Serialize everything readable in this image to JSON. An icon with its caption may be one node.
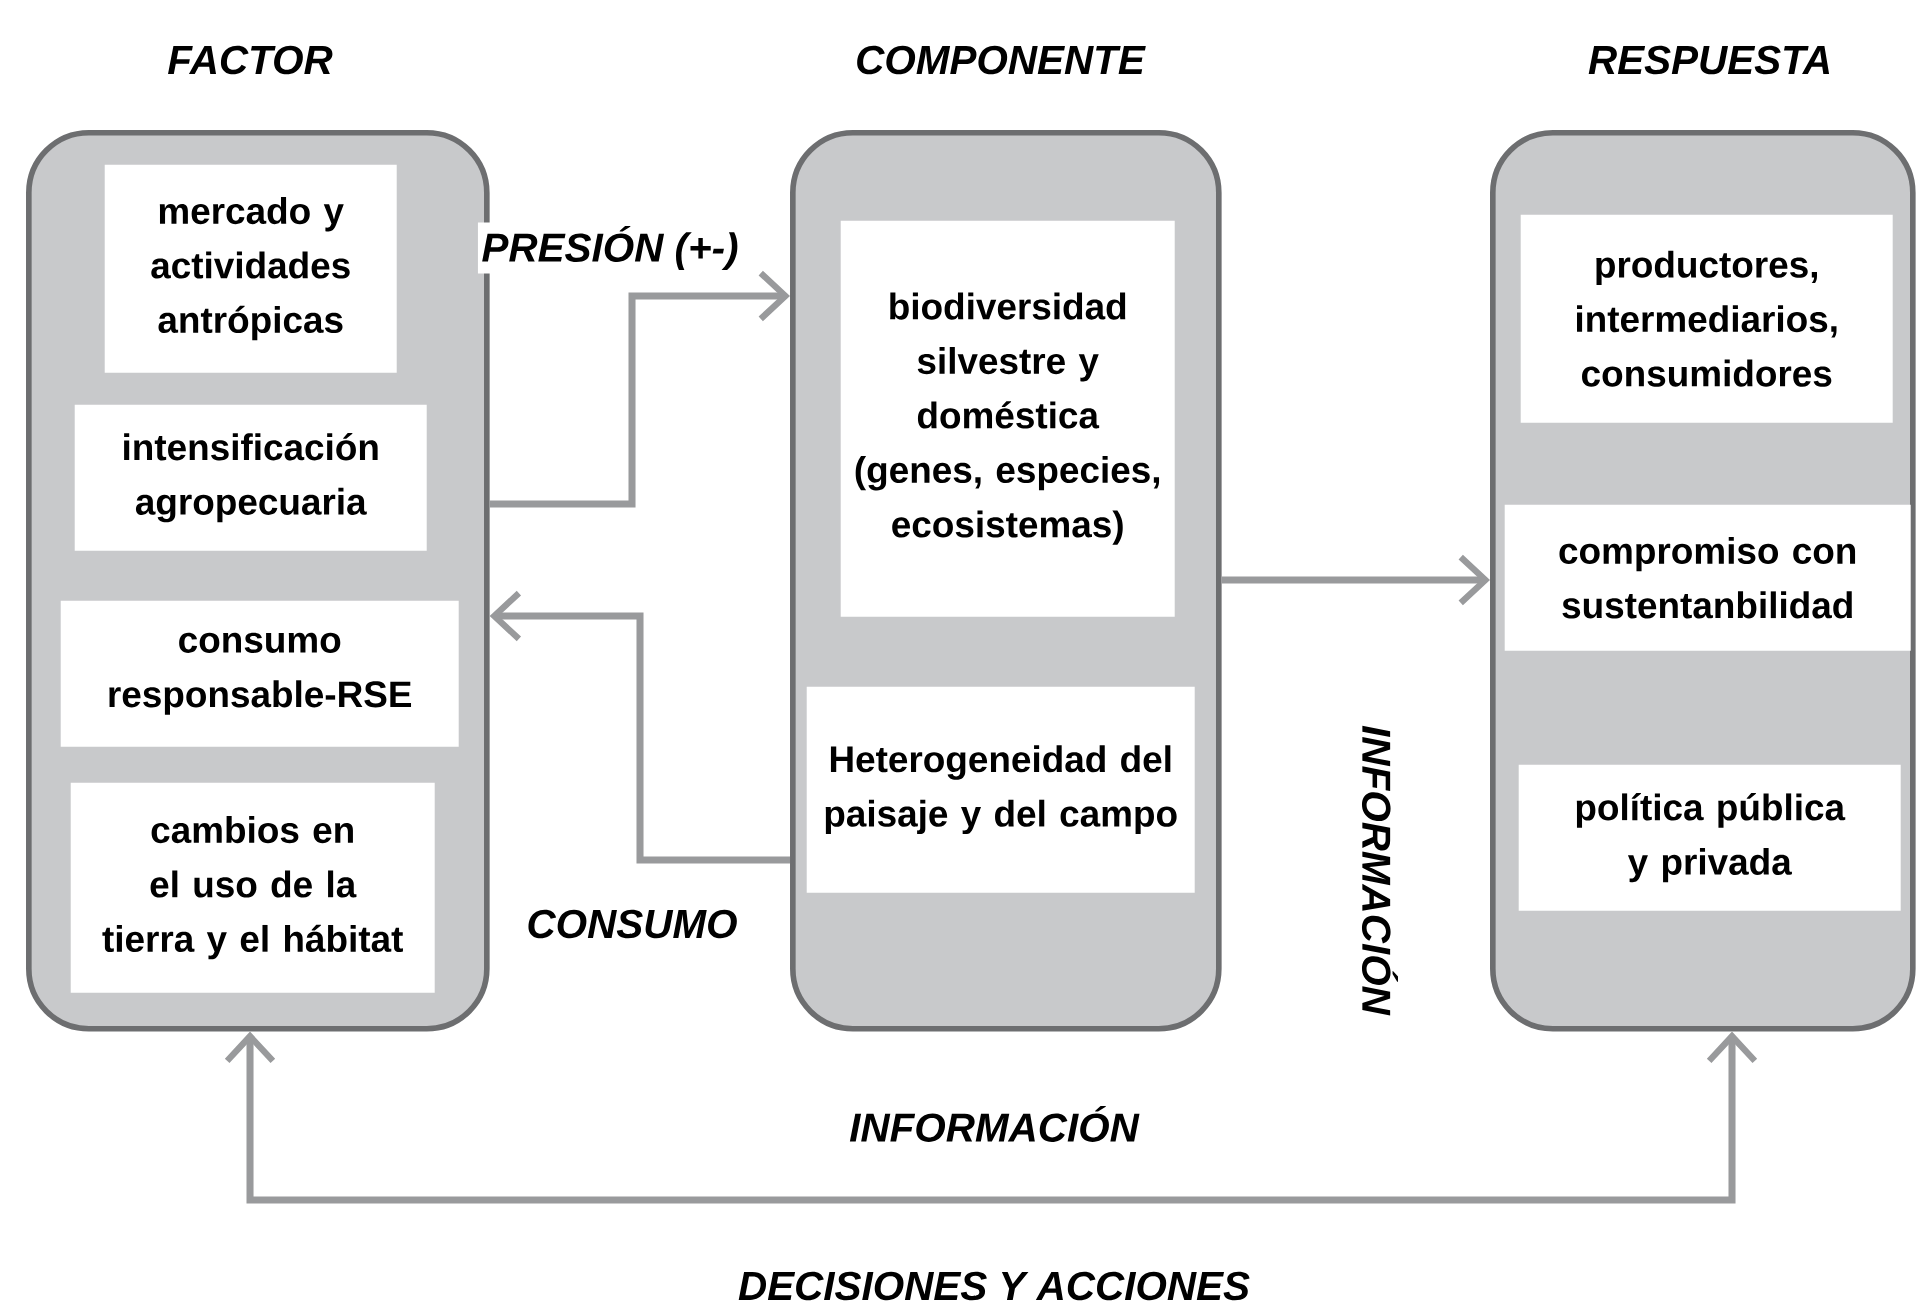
{
  "diagram": {
    "nodes": [
      {
        "text": [
          "FACTOR"
        ]
      },
      {
        "text": [
          "mercado y actividades antrópicas"
        ],
        "in": 0
      },
      {
        "text": [
          "intensificación agropecuaria"
        ],
        "in": 0
      },
      {
        "text": [
          "consumo responsable-RSE"
        ],
        "in": 0
      },
      {
        "text": [
          "cambios en el uso de la tierra y el hábitat"
        ],
        "in": 0
      },
      {
        "text": [
          "COMPONENTE"
        ]
      },
      {
        "text": [
          "biodiversidad silvestre y doméstica (genes, especies, ecosistemas)"
        ],
        "in": 5
      },
      {
        "text": [
          "Heterogeneidad del paisaje y del campo"
        ],
        "in": 5
      },
      {
        "text": [
          "RESPUESTA"
        ]
      },
      {
        "text": [
          "productores, intermediarios, consumidores"
        ],
        "in": 8
      },
      {
        "text": [
          "compromiso con sustentanbilidad"
        ],
        "in": 8
      },
      {
        "text": [
          "política pública y privada"
        ],
        "in": 8
      }
    ],
    "edges": [
      {
        "from": 0,
        "to": 5,
        "arrow": "to",
        "label": "PRESIÓN (+-)"
      },
      {
        "from": 5,
        "to": 0,
        "arrow": "to",
        "label": "CONSUMO"
      },
      {
        "from": 5,
        "to": 8,
        "arrow": "to"
      },
      {
        "from": 0,
        "to": 8,
        "arrow": "both"
      }
    ],
    "labels": [
      "INFORMACIÓN",
      "INFORMACIÓN",
      "DECISIONES Y ACCIONES"
    ]
  }
}
